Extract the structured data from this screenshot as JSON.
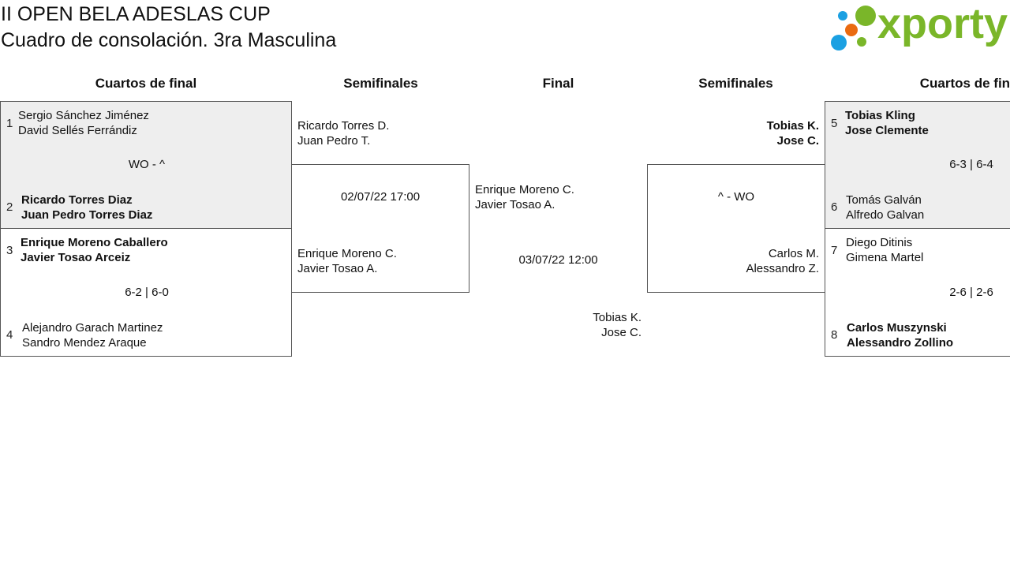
{
  "header": {
    "title_line1": "II OPEN BELA ADESLAS CUP",
    "title_line2": "Cuadro de consolación. 3ra Masculina",
    "logo_text": "xporty"
  },
  "colors": {
    "logo_green": "#7ab629",
    "logo_blue": "#1ba0e2",
    "logo_orange": "#ea6a10",
    "box_shade": "#eeeeee"
  },
  "rounds": {
    "left_qf": "Cuartos de final",
    "left_sf": "Semifinales",
    "final": "Final",
    "right_sf": "Semifinales",
    "right_qf": "Cuartos de final"
  },
  "left_qf": {
    "m1": {
      "t1": {
        "seed": "1",
        "p1": "Sergio Sánchez Jiménez",
        "p2": "David Sellés Ferrándiz"
      },
      "score": "WO - ^",
      "t2": {
        "seed": "2",
        "p1": "Ricardo Torres Diaz",
        "p2": "Juan Pedro Torres Diaz"
      }
    },
    "m2": {
      "t1": {
        "seed": "3",
        "p1": "Enrique Moreno Caballero",
        "p2": "Javier Tosao Arceiz"
      },
      "score": "6-2 | 6-0",
      "t2": {
        "seed": "4",
        "p1": "Alejandro Garach Martinez",
        "p2": "Sandro Mendez Araque"
      }
    }
  },
  "left_sf": {
    "t1": {
      "p1": "Ricardo Torres D.",
      "p2": "Juan Pedro T."
    },
    "date": "02/07/22 17:00",
    "t2": {
      "p1": "Enrique Moreno C.",
      "p2": "Javier Tosao A."
    }
  },
  "final": {
    "t1": {
      "p1": "Enrique Moreno C.",
      "p2": "Javier Tosao A."
    },
    "date": "03/07/22 12:00",
    "t2": {
      "p1": "Tobias K.",
      "p2": "Jose C."
    }
  },
  "right_sf": {
    "t1": {
      "p1": "Tobias K.",
      "p2": "Jose C."
    },
    "score": "^ - WO",
    "t2": {
      "p1": "Carlos M.",
      "p2": "Alessandro Z."
    }
  },
  "right_qf": {
    "m1": {
      "t1": {
        "seed": "5",
        "p1": "Tobias Kling",
        "p2": "Jose Clemente"
      },
      "score": "6-3 | 6-4",
      "t2": {
        "seed": "6",
        "p1": "Tomás Galván",
        "p2": "Alfredo Galvan"
      }
    },
    "m2": {
      "t1": {
        "seed": "7",
        "p1": "Diego Ditinis",
        "p2": "Gimena Martel"
      },
      "score": "2-6 | 2-6",
      "t2": {
        "seed": "8",
        "p1": "Carlos Muszynski",
        "p2": "Alessandro Zollino"
      }
    }
  }
}
